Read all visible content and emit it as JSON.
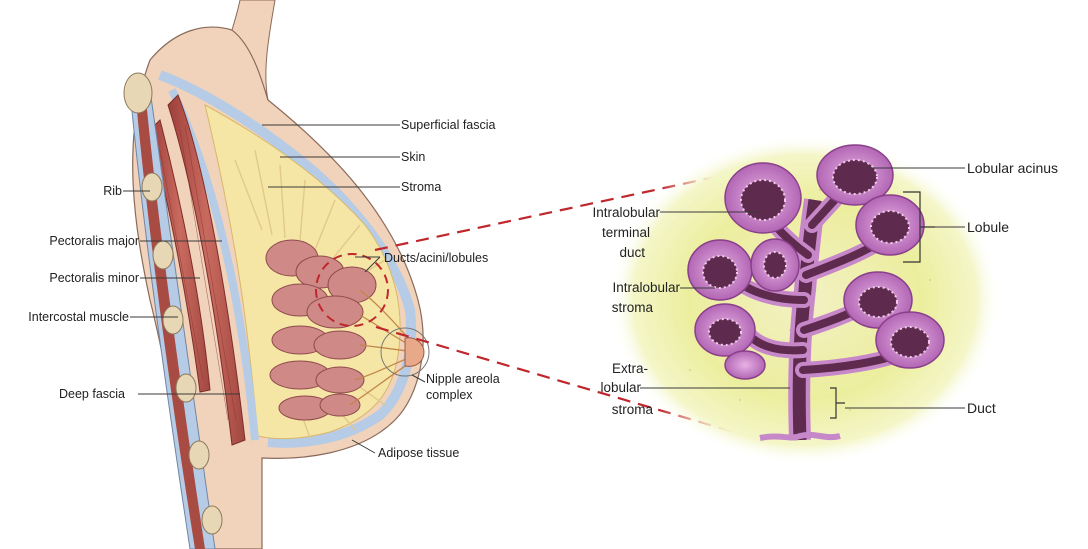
{
  "labels": {
    "superficial_fascia": "Superficial fascia",
    "skin": "Skin",
    "stroma": "Stroma",
    "rib": "Rib",
    "pectoralis_major": "Pectoralis major",
    "pectoralis_minor": "Pectoralis minor",
    "intercostal_muscle": "Intercostal muscle",
    "ducts_acini_lobules": "Ducts/acini/lobules",
    "deep_fascia": "Deep fascia",
    "nipple_areola_line1": "Nipple areola",
    "nipple_areola_line2": "complex",
    "adipose_tissue": "Adipose tissue",
    "lobular_acinus": "Lobular acinus",
    "lobule": "Lobule",
    "intralobular_terminal_duct_line1": "Intralobular",
    "intralobular_terminal_duct_line2": "terminal",
    "intralobular_terminal_duct_line3": "duct",
    "intralobular_stroma_line1": "Intralobular",
    "intralobular_stroma_line2": "stroma",
    "extralobular_stroma_line1": "Extra-",
    "extralobular_stroma_line2": "lobular",
    "extralobular_stroma_line3": "stroma",
    "duct": "Duct"
  },
  "colors": {
    "muscle": "#b85650",
    "skin": "#f3d5c0",
    "fat": "#f6e4a4",
    "fascia": "#b8cde4",
    "lobule_pink": "#c9868e",
    "acinus_outer": "#c97fc9",
    "acinus_inner": "#5e2a4e",
    "halo": "#e9ee9c",
    "zoom_line": "#c0272d"
  }
}
